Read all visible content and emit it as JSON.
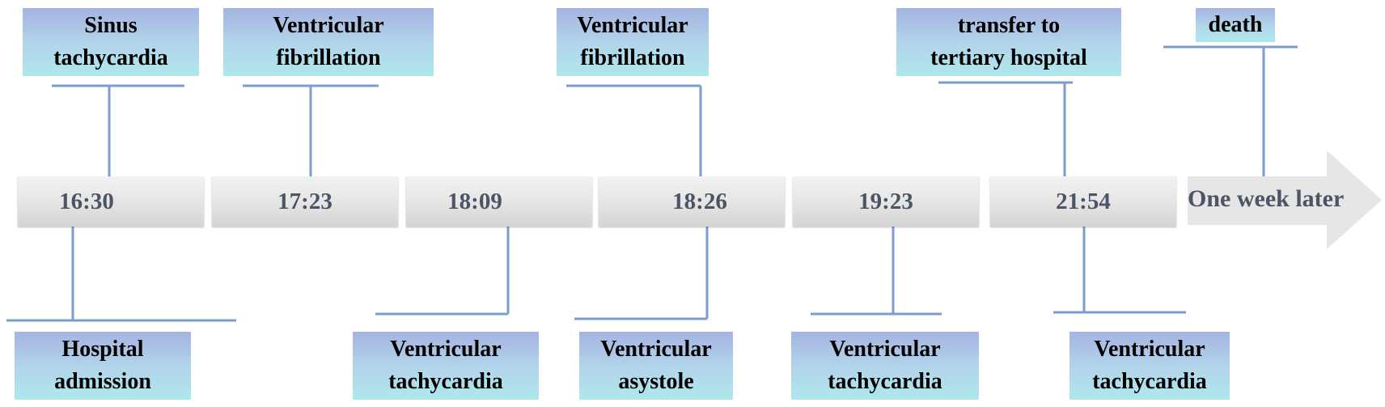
{
  "timeline": {
    "times": [
      "16:30",
      "17:23",
      "18:09",
      "18:26",
      "19:23",
      "21:54"
    ],
    "final_label": "One week later"
  },
  "events_above": [
    {
      "time": "16:30",
      "label": "Sinus\ntachycardia"
    },
    {
      "time": "17:23",
      "label": "Ventricular\nfibrillation"
    },
    {
      "time": "18:26",
      "label": "Ventricular\nfibrillation"
    },
    {
      "time": "21:54",
      "label": "transfer to\ntertiary hospital"
    },
    {
      "time": "One week later",
      "label": "death"
    }
  ],
  "events_below": [
    {
      "time": "16:30",
      "label": "Hospital\nadmission"
    },
    {
      "time": "18:09",
      "label": "Ventricular\ntachycardia"
    },
    {
      "time": "18:26",
      "label": "Ventricular\nasystole"
    },
    {
      "time": "19:23",
      "label": "Ventricular\ntachycardia"
    },
    {
      "time": "21:54",
      "label": "Ventricular\ntachycardia"
    }
  ],
  "colors": {
    "connector": "#7e9bd3",
    "event_box_top": "#a6b4e2",
    "event_box_bottom": "#aee8ee",
    "timeline_text": "#4b5566"
  }
}
